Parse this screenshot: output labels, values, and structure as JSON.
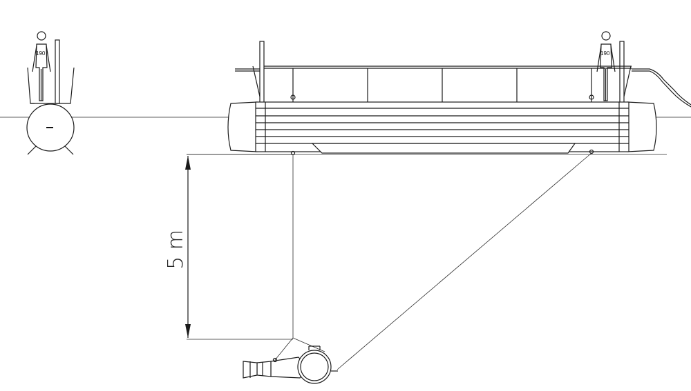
{
  "diagram": {
    "person_left_label": "190",
    "person_right_label": "190",
    "depth_dimension_label": "5 m"
  }
}
